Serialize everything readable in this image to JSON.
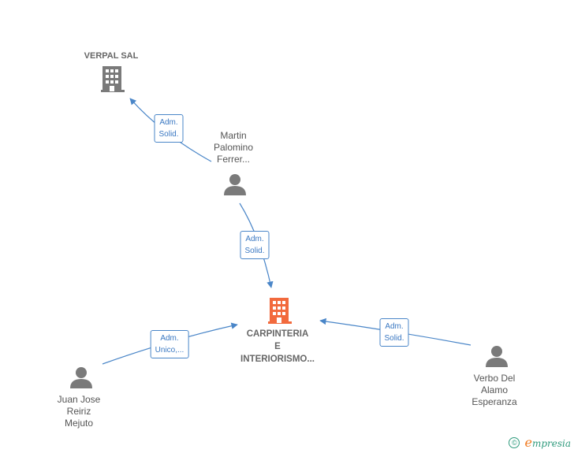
{
  "nodes": {
    "verpal": {
      "label_lines": [
        "VERPAL SAL"
      ],
      "type": "company"
    },
    "martin": {
      "label_lines": [
        "Martin",
        "Palomino",
        "Ferrer..."
      ],
      "type": "person"
    },
    "main": {
      "label_lines": [
        "CARPINTERIA",
        "E",
        "INTERIORISMO..."
      ],
      "type": "company-main"
    },
    "juan": {
      "label_lines": [
        "Juan Jose",
        "Reiriz",
        "Mejuto"
      ],
      "type": "person"
    },
    "verbo": {
      "label_lines": [
        "Verbo Del",
        "Alamo",
        "Esperanza"
      ],
      "type": "person"
    }
  },
  "edges": {
    "martin_verpal": {
      "label_lines": [
        "Adm.",
        "Solid."
      ]
    },
    "martin_main": {
      "label_lines": [
        "Adm.",
        "Solid."
      ]
    },
    "juan_main": {
      "label_lines": [
        "Adm.",
        "Unico,..."
      ]
    },
    "verbo_main": {
      "label_lines": [
        "Adm.",
        "Solid."
      ]
    }
  },
  "colors": {
    "edge": "#4a86c8",
    "icon_grey": "#7a7a7a",
    "icon_main": "#f26a3d",
    "brand": "#2e9a7c",
    "brand_e": "#f07a20"
  },
  "footer": {
    "copyright_symbol": "©",
    "brand_initial": "e",
    "brand_rest": "mpresia"
  }
}
